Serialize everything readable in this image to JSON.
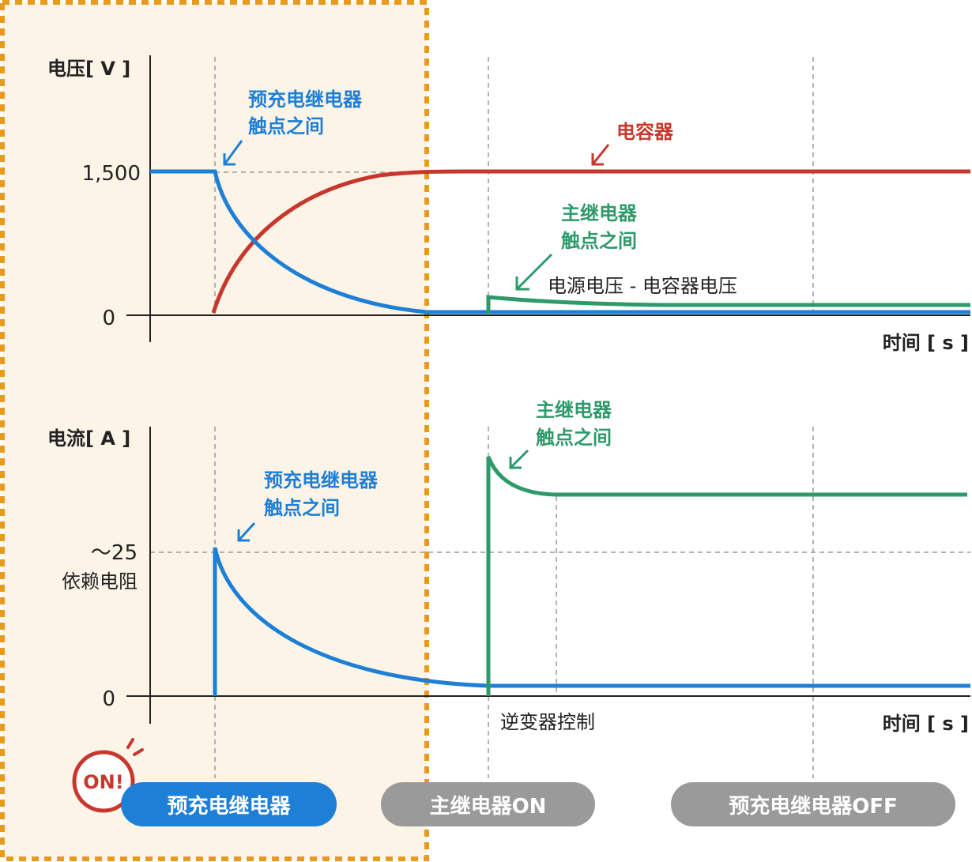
{
  "colors": {
    "blue": "#1e7fd6",
    "red": "#c8372d",
    "green": "#2e9a6a",
    "gray_pill": "#9a9a9a",
    "highlight_bg": "#fbf4e7",
    "highlight_border": "#e89a1e",
    "axis": "#222222",
    "dashed": "#9a9a9a"
  },
  "voltage_chart": {
    "y_axis_label": "电压[ V ]",
    "x_axis_label": "时间 [ s ]",
    "tick_1500": "1,500",
    "tick_0": "0",
    "precharge_label_line1": "预充电继电器",
    "precharge_label_line2": "触点之间",
    "capacitor_label": "电容器",
    "main_relay_label_line1": "主继电器",
    "main_relay_label_line2": "触点之间",
    "diff_label": "电源电压 - 电容器电压"
  },
  "current_chart": {
    "y_axis_label": "电流[ A ]",
    "x_axis_label": "时间 [ s ]",
    "tick_25": "～25",
    "tick_25_note": "依赖电阻",
    "tick_0": "0",
    "precharge_label_line1": "预充电继电器",
    "precharge_label_line2": "触点之间",
    "main_relay_label_line1": "主继电器",
    "main_relay_label_line2": "触点之间",
    "inverter_label": "逆变器控制"
  },
  "badge": {
    "text": "ON!"
  },
  "phases": {
    "precharge": "预充电继电器",
    "main_on": "主继电器ON",
    "precharge_off": "预充电继电器OFF"
  }
}
